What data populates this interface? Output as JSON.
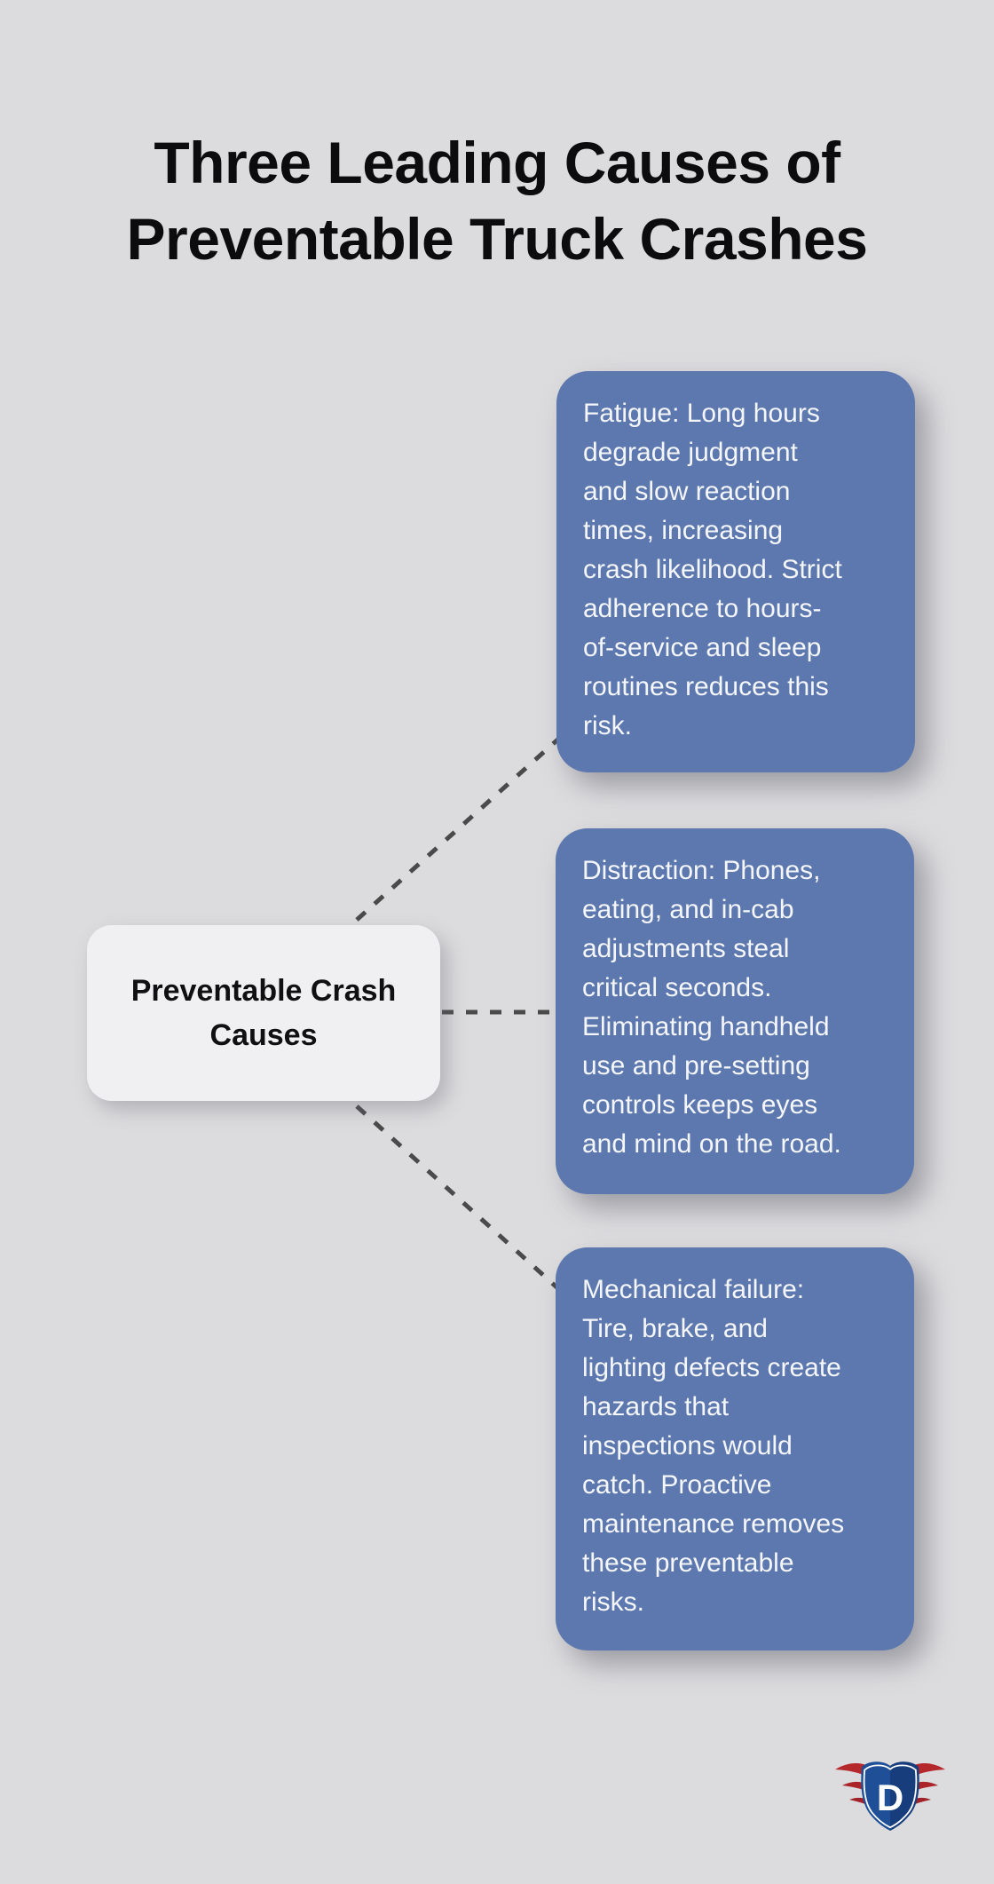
{
  "page": {
    "background_color": "#dcdcde"
  },
  "title": {
    "lines": [
      "Three Leading Causes of",
      "Preventable Truck Crashes"
    ]
  },
  "diagram": {
    "root": {
      "label_lines": [
        "Preventable Crash",
        "Causes"
      ],
      "fill_color": "#f0f0f3",
      "text_color": "#101012"
    },
    "causes": [
      {
        "id": "fatigue",
        "text_lines": [
          "Fatigue: Long hours",
          "degrade judgment",
          "and slow reaction",
          "times, increasing",
          "crash likelihood. Strict",
          "adherence to hours-",
          "of-service and sleep",
          "routines reduces this",
          "risk."
        ]
      },
      {
        "id": "distraction",
        "text_lines": [
          "Distraction: Phones,",
          "eating, and in-cab",
          "adjustments steal",
          "critical seconds.",
          "Eliminating handheld",
          "use and pre-setting",
          "controls keeps eyes",
          "and mind on the road."
        ]
      },
      {
        "id": "mechanical-failure",
        "text_lines": [
          "Mechanical failure:",
          "Tire, brake, and",
          "lighting defects create",
          "hazards that",
          "inspections would",
          "catch. Proactive",
          "maintenance removes",
          "these preventable",
          "risks."
        ]
      }
    ],
    "cause_fill_color": "#5d78ae",
    "cause_text_color": "#f4f6fa",
    "connector_color": "#4a4a4a",
    "connector_style": "dashed"
  },
  "logo": {
    "letter": "D",
    "shield_color": "#1e4f97",
    "wing_color": "#b5282c"
  }
}
